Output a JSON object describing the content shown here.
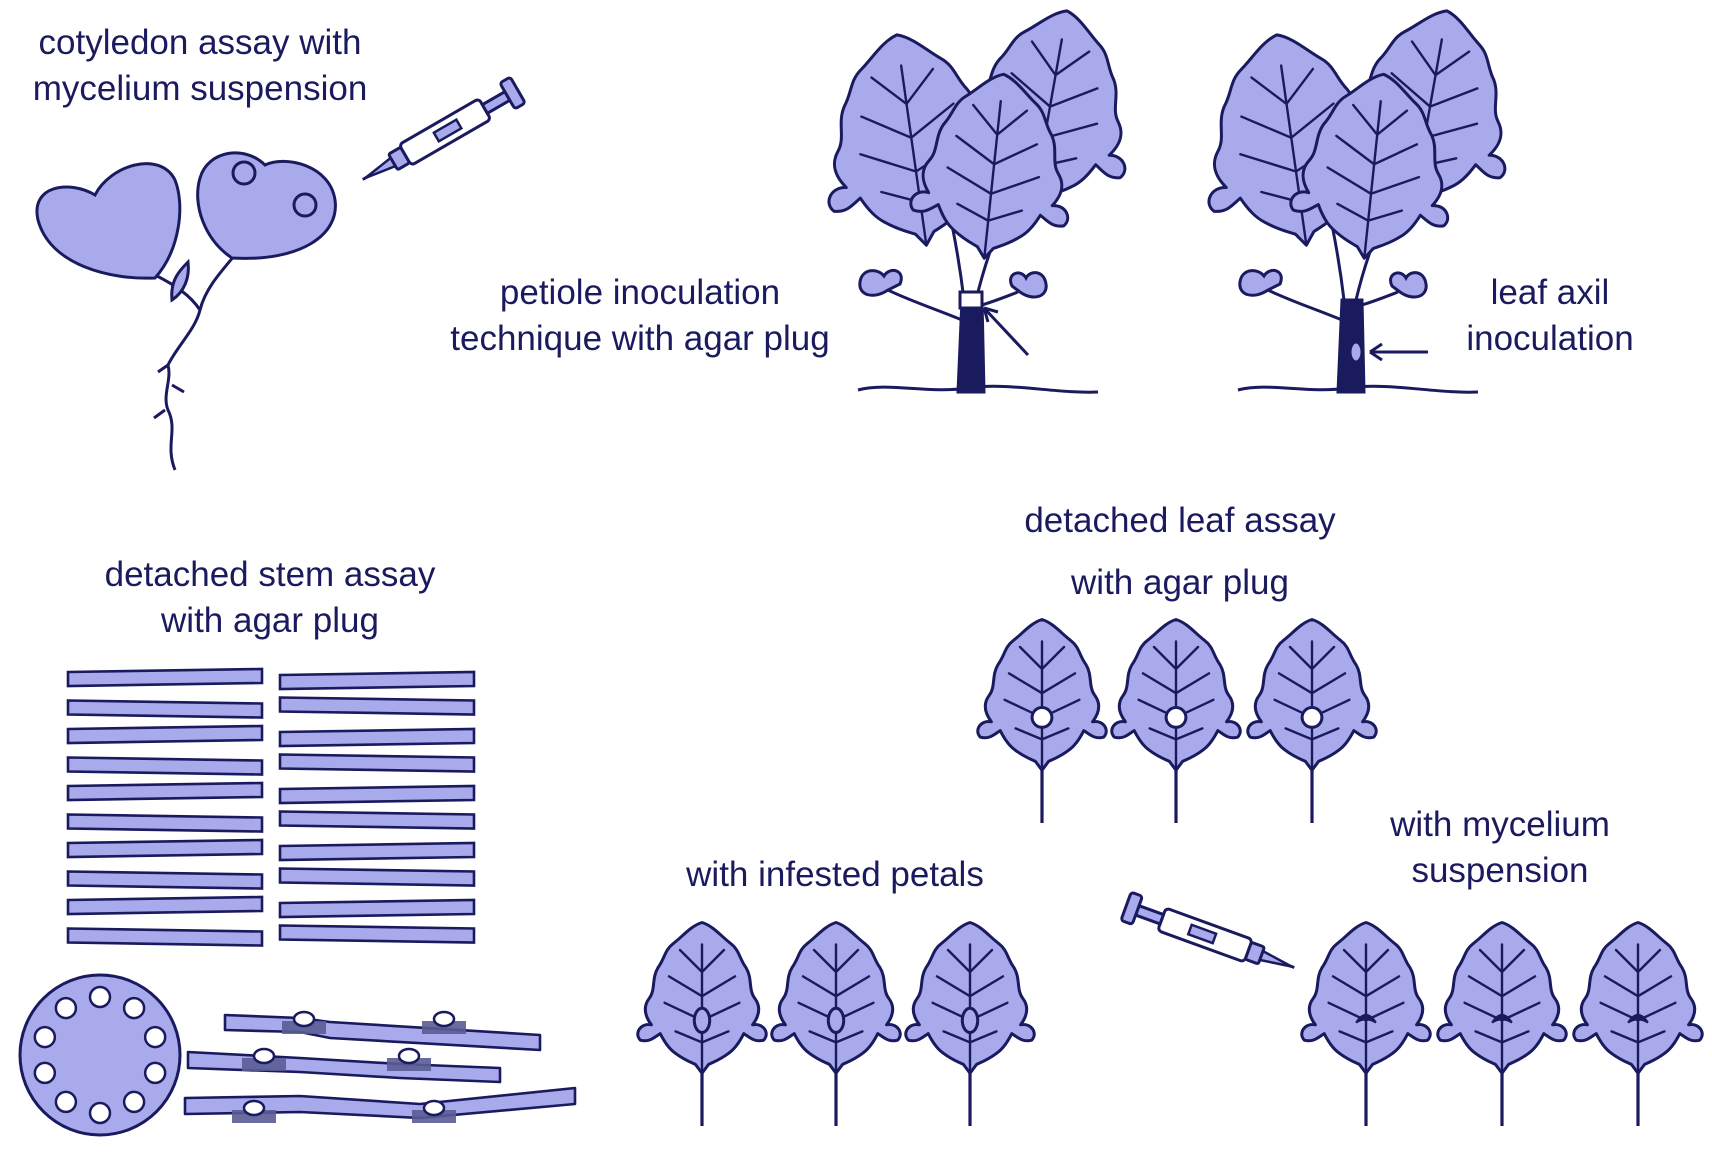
{
  "colors": {
    "fill": "#a9aaeb",
    "stroke": "#1a1a5e",
    "dark": "#1a1a5e",
    "lesion": "#5a5c95",
    "background": "#ffffff"
  },
  "labels": {
    "cotyledon": [
      "cotyledon assay with",
      "mycelium suspension"
    ],
    "petiole": [
      "petiole inoculation",
      "technique with agar plug"
    ],
    "axil": [
      "leaf axil",
      "inoculation"
    ],
    "stem": [
      "detached stem assay",
      "with agar plug"
    ],
    "leaf_title": "detached leaf assay",
    "leaf_agar": "with agar plug",
    "petals": "with infested petals",
    "mycelium": [
      "with mycelium",
      "suspension"
    ]
  },
  "icons": [
    "syringe-icon",
    "cotyledon-seedling-icon",
    "whole-plant-icon",
    "stem-segment-icon",
    "petri-dish-icon",
    "detached-leaf-icon",
    "arrow-icon"
  ]
}
